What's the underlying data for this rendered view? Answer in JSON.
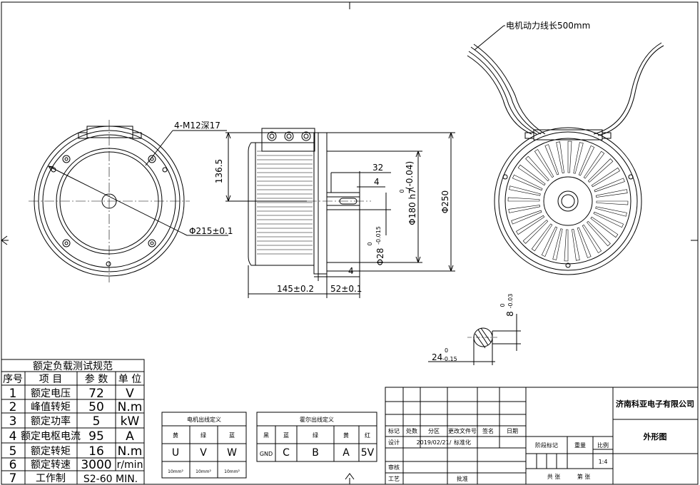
{
  "labels": {
    "cable_note": "电机动力线长500mm",
    "screw_note": "4-M12深17",
    "dia_215": "Φ215±0.1",
    "dim_136_5": "136.5",
    "dim_32": "32",
    "dim_4_a": "4",
    "dim_4_b": "4",
    "dia_180": "Φ180 h7",
    "tol_180_up": "0",
    "tol_180_low": "(-0.04)",
    "dia_250": "Φ250",
    "dia_28": "Φ28",
    "tol_28_up": "0",
    "tol_28_low": "-0.015",
    "dim_145": "145±0.2",
    "dim_52": "52±0.1",
    "dim_8": "8",
    "tol_8_up": "0",
    "tol_8_low": "-0.03",
    "dim_24": "24",
    "tol_24_up": "0",
    "tol_24_low": "-0.15"
  },
  "spec_table": {
    "title": "额定负载测试规范",
    "headers": [
      "序号",
      "项 目",
      "参 数",
      "单 位"
    ],
    "rows": [
      [
        "1",
        "额定电压",
        "72",
        "V"
      ],
      [
        "2",
        "峰值转矩",
        "50",
        "N.m"
      ],
      [
        "3",
        "额定功率",
        "5",
        "kW"
      ],
      [
        "4",
        "额定电枢电流",
        "95",
        "A"
      ],
      [
        "5",
        "额定转矩",
        "16",
        "N.m"
      ],
      [
        "6",
        "额定转速",
        "3000",
        "r/min"
      ],
      [
        "7",
        "工作制",
        "S2-60 MIN.",
        ""
      ]
    ]
  },
  "motor_lines": {
    "title": "电机出线定义",
    "colors": [
      "黄",
      "绿",
      "蓝"
    ],
    "phases": [
      "U",
      "V",
      "W"
    ],
    "sizes": [
      "10mm²",
      "10mm²",
      "10mm²"
    ]
  },
  "hall_lines": {
    "title": "霍尔出线定义",
    "colors": [
      "黑",
      "蓝",
      "绿",
      "黄",
      "红"
    ],
    "signals": [
      "GND",
      "C",
      "B",
      "A",
      "5V"
    ]
  },
  "title_block": {
    "company": "济南科亚电子有限公司",
    "drawing_name": "外形图",
    "row_headers": [
      "标记",
      "处数",
      "分区",
      "更改文件号",
      "签名",
      "日期"
    ],
    "design_label": "设计",
    "date": "2019/02/21/",
    "standardize": "标准化",
    "stage_mark": "阶段标记",
    "weight": "重量",
    "ratio_label": "比例",
    "ratio_value": "1:4",
    "review": "审核",
    "process": "工艺",
    "approve": "批准",
    "sheets_total": "共 张",
    "sheet_no": "第 张"
  }
}
